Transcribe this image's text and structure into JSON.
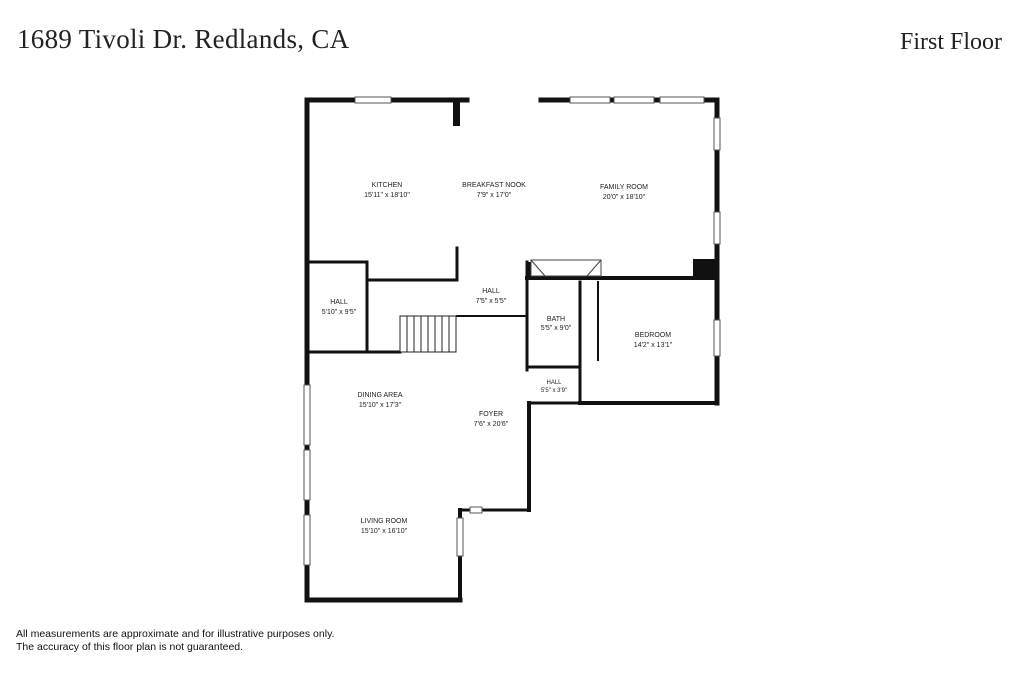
{
  "header": {
    "address": "1689 Tivoli Dr. Redlands, CA",
    "floor": "First Floor"
  },
  "rooms": [
    {
      "name": "KITCHEN",
      "size": "15'11\" x 18'10\""
    },
    {
      "name": "BREAKFAST NOOK",
      "size": "7'9\" x 17'0\""
    },
    {
      "name": "FAMILY ROOM",
      "size": "20'0\" x 18'10\""
    },
    {
      "name": "HALL",
      "size": "5'10\" x 9'5\""
    },
    {
      "name": "HALL",
      "size": "7'5\" x 5'5\""
    },
    {
      "name": "BATH",
      "size": "5'5\" x 9'0\""
    },
    {
      "name": "BEDROOM",
      "size": "14'2\" x 13'1\""
    },
    {
      "name": "HALL",
      "size": "5'5\" x 3'9\""
    },
    {
      "name": "DINING AREA",
      "size": "15'10\" x 17'3\""
    },
    {
      "name": "FOYER",
      "size": "7'6\" x 20'6\""
    },
    {
      "name": "LIVING ROOM",
      "size": "15'10\" x 16'10\""
    }
  ],
  "disclaimer": {
    "line1": "All measurements are approximate and for illustrative purposes only.",
    "line2": "The accuracy of this floor plan is not guaranteed."
  }
}
